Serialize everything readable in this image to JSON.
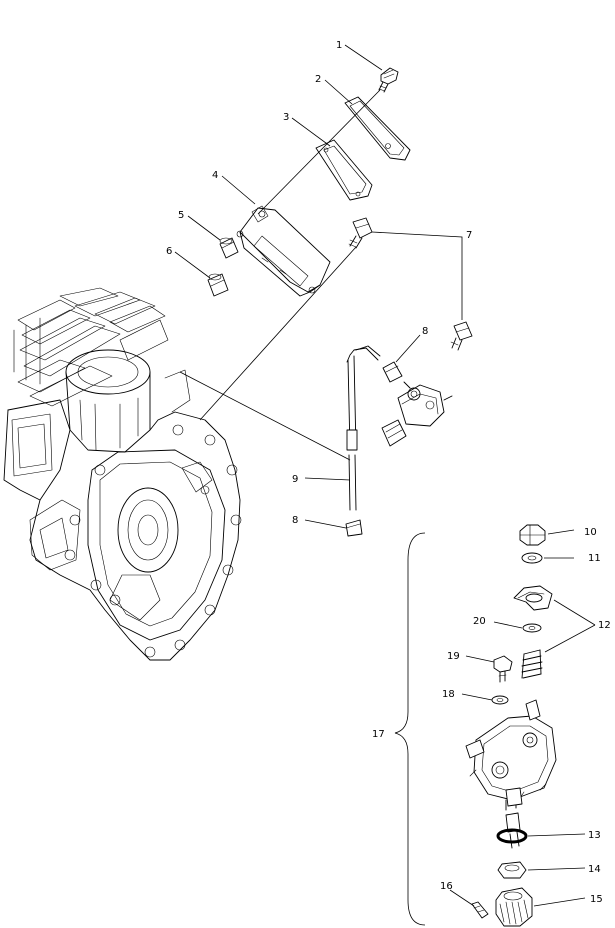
{
  "callouts": {
    "c1": "1",
    "c2": "2",
    "c3": "3",
    "c4": "4",
    "c5": "5",
    "c6": "6",
    "c7": "7",
    "c8a": "8",
    "c8b": "8",
    "c9": "9",
    "c10": "10",
    "c11": "11",
    "c12": "12",
    "c13": "13",
    "c14": "14",
    "c15": "15",
    "c16": "16",
    "c17": "17",
    "c18": "18",
    "c19": "19",
    "c20": "20"
  }
}
